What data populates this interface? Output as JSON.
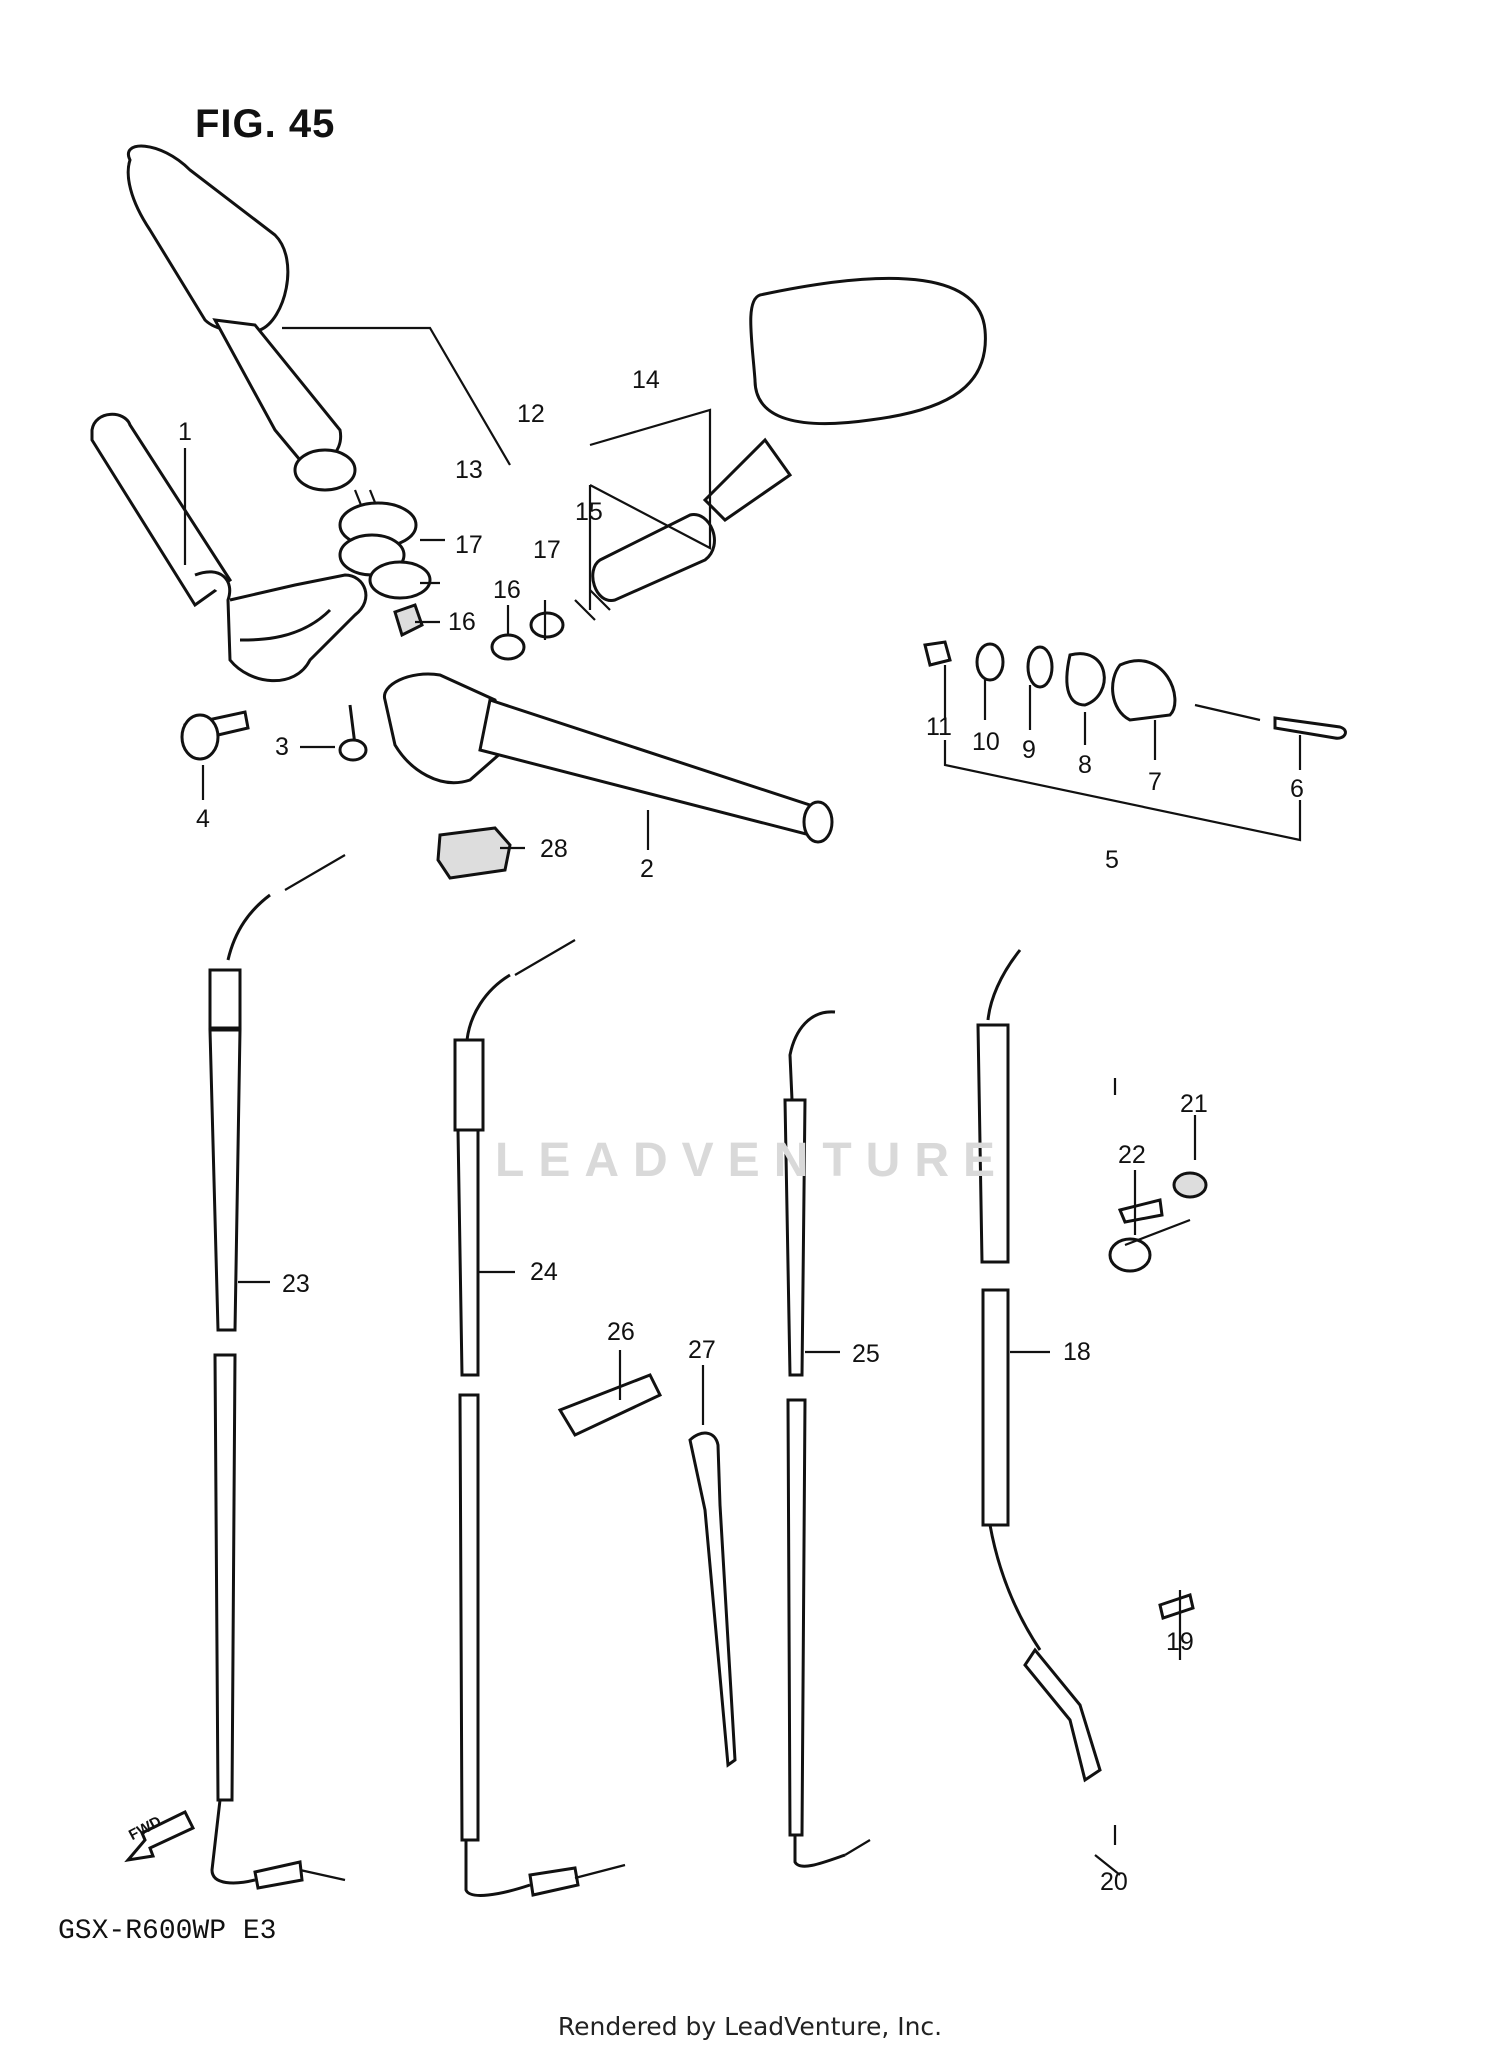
{
  "title": "FIG. 45",
  "model": "GSX-R600WP E3",
  "footer": "Rendered by LeadVenture, Inc.",
  "watermark": "LEADVENTURE",
  "fwd_label": "FWD",
  "callouts": [
    {
      "id": "c1",
      "text": "1"
    },
    {
      "id": "c2",
      "text": "2"
    },
    {
      "id": "c3",
      "text": "3"
    },
    {
      "id": "c4",
      "text": "4"
    },
    {
      "id": "c5",
      "text": "5"
    },
    {
      "id": "c6",
      "text": "6"
    },
    {
      "id": "c7",
      "text": "7"
    },
    {
      "id": "c8",
      "text": "8"
    },
    {
      "id": "c9",
      "text": "9"
    },
    {
      "id": "c10",
      "text": "10"
    },
    {
      "id": "c11",
      "text": "11"
    },
    {
      "id": "c12",
      "text": "12"
    },
    {
      "id": "c13",
      "text": "13"
    },
    {
      "id": "c14",
      "text": "14"
    },
    {
      "id": "c15",
      "text": "15"
    },
    {
      "id": "c16a",
      "text": "16"
    },
    {
      "id": "c16b",
      "text": "16"
    },
    {
      "id": "c17a",
      "text": "17"
    },
    {
      "id": "c17b",
      "text": "17"
    },
    {
      "id": "c18",
      "text": "18"
    },
    {
      "id": "c19",
      "text": "19"
    },
    {
      "id": "c20",
      "text": "20"
    },
    {
      "id": "c21",
      "text": "21"
    },
    {
      "id": "c22",
      "text": "22"
    },
    {
      "id": "c23",
      "text": "23"
    },
    {
      "id": "c24",
      "text": "24"
    },
    {
      "id": "c25",
      "text": "25"
    },
    {
      "id": "c26",
      "text": "26"
    },
    {
      "id": "c27",
      "text": "27"
    },
    {
      "id": "c28",
      "text": "28"
    }
  ]
}
